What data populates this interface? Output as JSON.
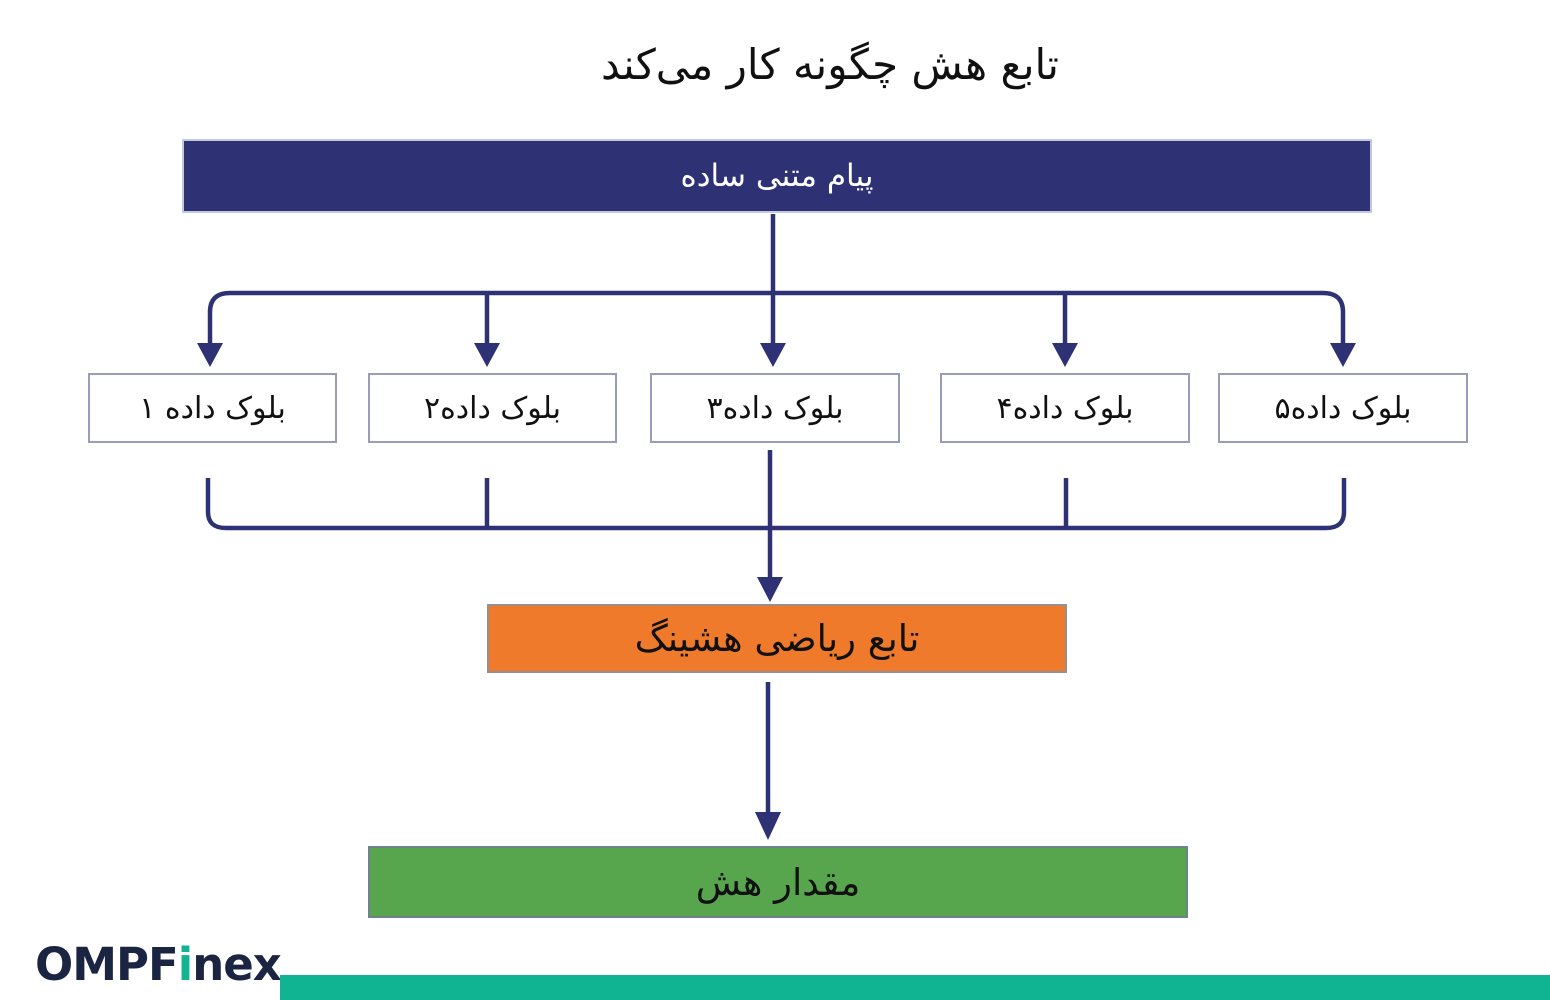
{
  "title": "تابع هش چگونه کار می‌کند",
  "diagram": {
    "plain_message": "پیام متنی ساده",
    "data_blocks": [
      "بلوک داده ۱",
      "بلوک داده۲",
      "بلوک داده۳",
      "بلوک داده۴",
      "بلوک داده۵"
    ],
    "hash_function": "تابع ریاضی هشینگ",
    "hash_value": "مقدار هش"
  },
  "branding": {
    "logo_prefix": "OMPF",
    "logo_accent": "i",
    "logo_suffix": "nex"
  },
  "colors": {
    "navy_bar": "#2E3274",
    "arrow": "#2E3274",
    "block_border": "#9B9BC0",
    "hash_function_orange": "#EF7A2B",
    "hash_value_green": "#57A64E",
    "footer_teal": "#10B492",
    "logo_navy": "#1B2441",
    "logo_accent_teal": "#12B491"
  }
}
